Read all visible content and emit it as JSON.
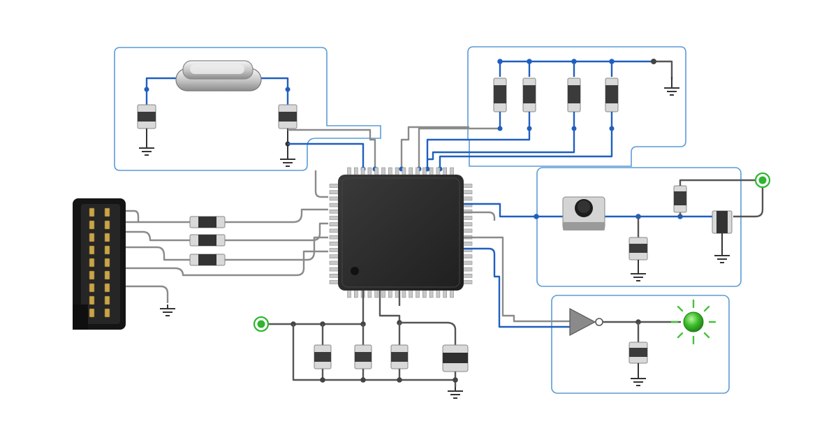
{
  "diagram": {
    "kind": "schematic",
    "background": "#ffffff",
    "colors": {
      "wire_signal": "#1f5fbf",
      "wire_gray": "#8a8a8a",
      "module_border": "#5b9bd5",
      "chip_body": "#2b2b2b",
      "pin": "#c8c8c8",
      "gold_pin": "#c9a54a",
      "power_node": "#2fb52f",
      "led_glow": "#47c23a"
    },
    "components": [
      {
        "id": "mcu",
        "icon": "qfp-microcontroller-icon"
      },
      {
        "id": "crystal",
        "icon": "crystal-oscillator-icon"
      },
      {
        "id": "header",
        "icon": "pin-header-connector-icon"
      },
      {
        "id": "button",
        "icon": "tactile-switch-icon"
      },
      {
        "id": "buffer",
        "icon": "buffer-triangle-icon"
      },
      {
        "id": "led",
        "icon": "led-icon"
      },
      {
        "id": "ground",
        "icon": "ground-icon"
      },
      {
        "id": "power",
        "icon": "power-node-icon"
      }
    ],
    "modules": [
      "oscillator-module",
      "pullup-resistor-module",
      "button-module",
      "led-driver-module"
    ]
  }
}
